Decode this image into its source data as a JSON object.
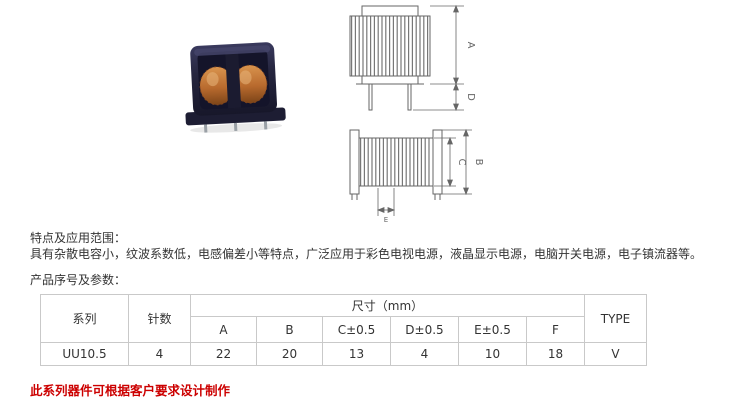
{
  "page": {
    "features_title": "特点及应用范围：",
    "features_body": "具有杂散电容小，纹波系数低，电感偏差小等特点，广泛应用于彩色电视电源，液晶显示电源，电脑开关电源，电子镇流器等。",
    "params_title": "产品序号及参数：",
    "footnote": "此系列器件可根据客户要求设计制作"
  },
  "drawings": {
    "dim_a": "A",
    "dim_b": "B",
    "dim_c": "C",
    "dim_d": "D",
    "dim_e": "E"
  },
  "table": {
    "header": {
      "series": "系列",
      "pins": "针数",
      "size_group": "尺寸（mm）",
      "type": "TYPE",
      "dims": [
        "A",
        "B",
        "C±0.5",
        "D±0.5",
        "E±0.5",
        "F"
      ]
    },
    "rows": [
      {
        "series": "UU10.5",
        "pins": "4",
        "values": [
          "22",
          "20",
          "13",
          "4",
          "10",
          "18"
        ],
        "type": "V"
      }
    ]
  },
  "colors": {
    "note_red": "#cc0000",
    "drawing_line": "#666666",
    "table_border": "#c9c9c9",
    "body_text": "#333333",
    "core_dark": "#26263f",
    "copper": "#b86a2e"
  }
}
